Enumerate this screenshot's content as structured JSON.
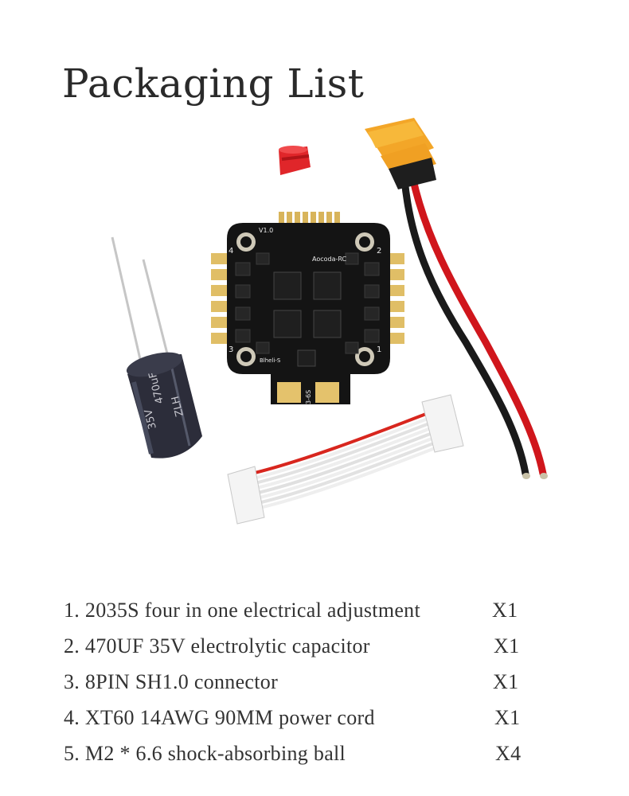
{
  "page": {
    "title": "Packaging List"
  },
  "photo": {
    "board_silkscreen": {
      "version": "V1.0",
      "brand": "Aocoda-RC",
      "model": "Blheli-S",
      "voltage": "3-6S",
      "motor_labels": [
        "1",
        "2",
        "3",
        "4"
      ]
    },
    "capacitor_print": [
      "35V",
      "470uF",
      "ZLH"
    ]
  },
  "items": [
    {
      "num": "1.",
      "desc": "2035S four in one electrical adjustment",
      "qty": "X1"
    },
    {
      "num": "2.",
      "desc": "470UF 35V electrolytic capacitor",
      "qty": "X1"
    },
    {
      "num": "3.",
      "desc": "8PIN SH1.0 connector",
      "qty": "X1"
    },
    {
      "num": "4.",
      "desc": "XT60 14AWG 90MM power cord",
      "qty": "X1"
    },
    {
      "num": "5.",
      "desc": "M2 * 6.6 shock-absorbing ball",
      "qty": "X4"
    }
  ]
}
